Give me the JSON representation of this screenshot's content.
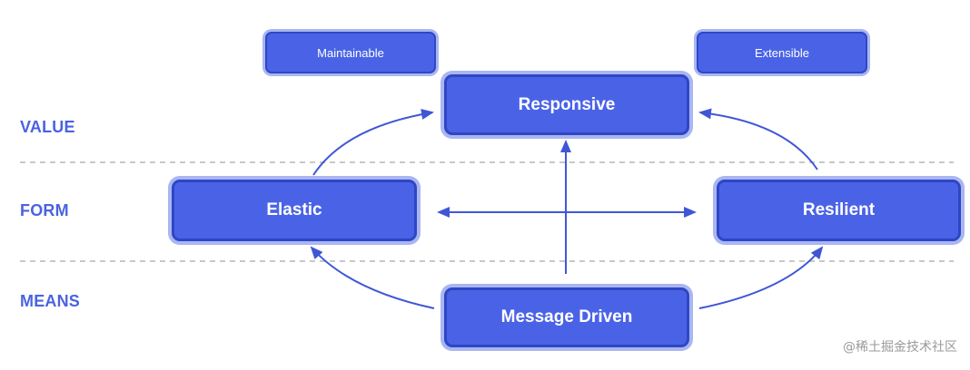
{
  "labels": {
    "value": "VALUE",
    "form": "FORM",
    "means": "MEANS"
  },
  "nodes": {
    "maintainable": "Maintainable",
    "extensible": "Extensible",
    "responsive": "Responsive",
    "elastic": "Elastic",
    "resilient": "Resilient",
    "message_driven": "Message Driven"
  },
  "watermark": "@稀土掘金技术社区",
  "colors": {
    "node_fill": "#4a63e6",
    "node_border": "#2f46c4",
    "node_glow": "#a9b6f2",
    "label_text": "#4a63e0",
    "arrow": "#3f57d6",
    "separator": "#c8c8c8"
  }
}
